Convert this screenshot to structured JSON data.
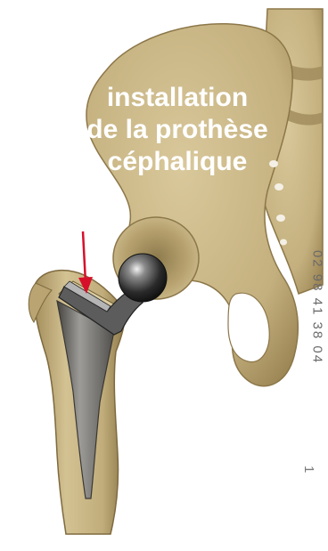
{
  "caption": {
    "line1": "installation",
    "line2": "de la prothèse",
    "line3": "céphalique"
  },
  "side_note": "02 98 41 38 04",
  "corner_mark": "1",
  "colors": {
    "bone": "#cbb98a",
    "bone_shadow": "#a8935f",
    "caption_text": "#ffffff",
    "arrow": "#d7102a",
    "implant_metal": "#6f6f6f",
    "ball_head": "#2a2a2a"
  }
}
